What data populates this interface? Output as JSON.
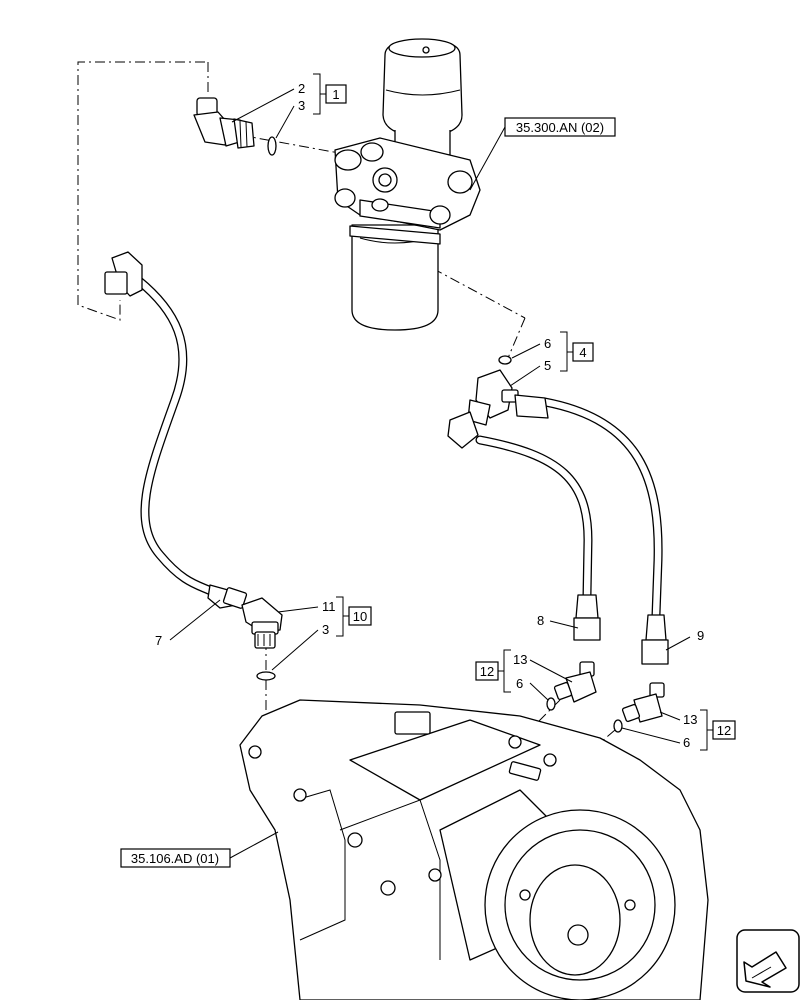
{
  "diagram": {
    "references": {
      "filter_assembly": "35.300.AN (02)",
      "motor_assembly": "35.106.AD (01)"
    },
    "kits": [
      {
        "number": "1",
        "members": [
          "2",
          "3"
        ]
      },
      {
        "number": "4",
        "members": [
          "6",
          "5"
        ]
      },
      {
        "number": "10",
        "members": [
          "11",
          "3"
        ]
      },
      {
        "number": "12",
        "members": [
          "13",
          "6"
        ]
      },
      {
        "number": "12",
        "members": [
          "13",
          "6"
        ]
      }
    ],
    "callouts": {
      "c2": "2",
      "c3a": "3",
      "c6a": "6",
      "c5": "5",
      "c7": "7",
      "c11": "11",
      "c3b": "3",
      "c8": "8",
      "c9": "9",
      "c13a": "13",
      "c6b": "6",
      "c13b": "13",
      "c6c": "6"
    },
    "navigation_icon": "next-page-arrow-icon"
  }
}
